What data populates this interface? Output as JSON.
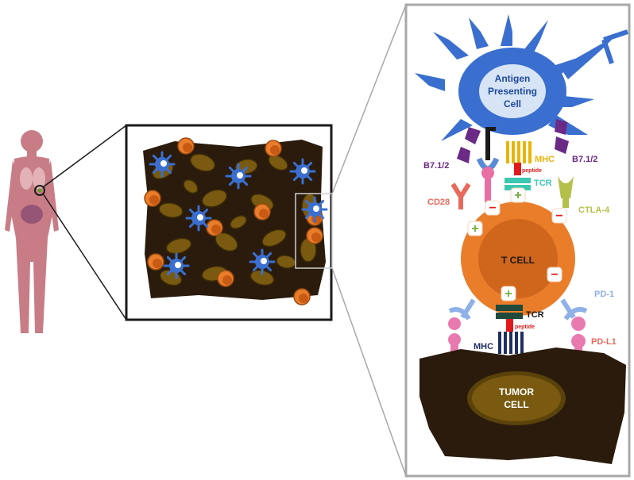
{
  "figure": {
    "labels": {
      "apc_line1": "Antigen",
      "apc_line2": "Presenting",
      "apc_line3": "Cell",
      "t_cell": "T CELL",
      "tumor_line1": "TUMOR",
      "tumor_line2": "CELL",
      "mhc_top": "MHC",
      "peptide_top": "peptide",
      "tcr_top": "TCR",
      "b7_left": "B7.1/2",
      "b7_right": "B7.1/2",
      "cd28": "CD28",
      "ctla4": "CTLA-4",
      "pd1": "PD-1",
      "pdl1": "PD-L1",
      "tcr_bottom": "TCR",
      "peptide_bottom": "peptide",
      "mhc_bottom": "MHC"
    },
    "signs": {
      "plus": "+",
      "minus": "−"
    },
    "colors": {
      "apc": "#3a6fd0",
      "t_cell": "#e97d2a",
      "t_cell_nucleus": "#d0651c",
      "tumor_body": "#2a1b0c",
      "tumor_nucleus": "#7a5a10",
      "mhc": "#e8b40a",
      "tcr_top": "#3cc7b0",
      "tcr_bottom": "#1f4a3c",
      "peptide": "#e11b1b",
      "b7": "#6a2a86",
      "cd28": "#e86a5c",
      "ctla4": "#b5c04a",
      "pd1": "#8fb0e8",
      "pdl1": "#e97ab0",
      "plus": "#6fae3a",
      "minus": "#e11b1b",
      "body_silhouette": "#c87d86",
      "frame": "#a8a8a8"
    }
  }
}
